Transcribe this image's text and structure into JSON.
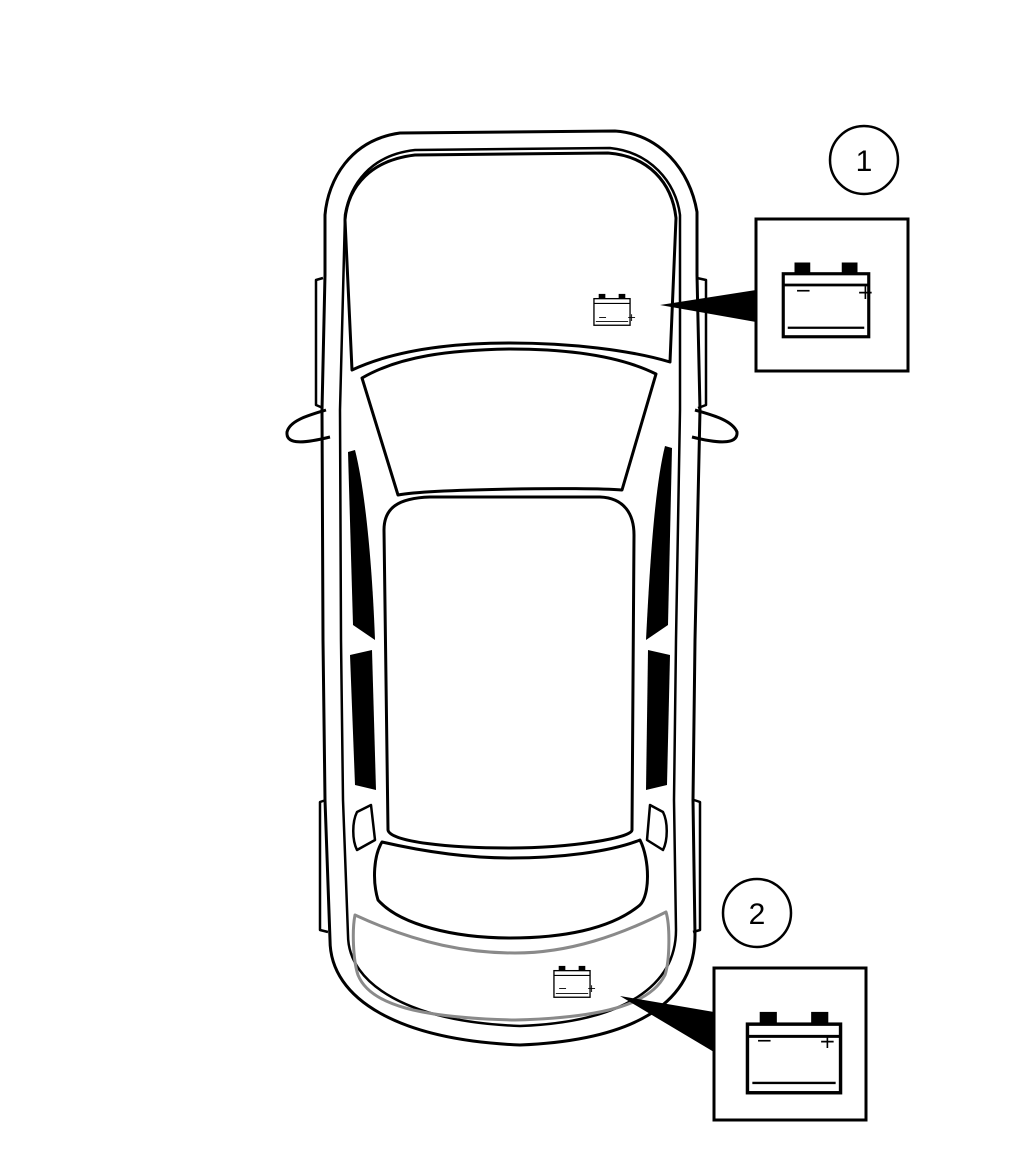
{
  "diagram": {
    "subject": "car-top-view-battery-locations",
    "callouts": [
      {
        "number": "1",
        "location": "engine-bay",
        "icon": "battery-icon"
      },
      {
        "number": "2",
        "location": "luggage-compartment",
        "icon": "battery-icon"
      }
    ],
    "battery_signs": {
      "negative": "−",
      "positive": "+"
    },
    "colors": {
      "outline": "#000000",
      "trunk_outline": "#8a8a8a",
      "background": "#ffffff"
    }
  }
}
